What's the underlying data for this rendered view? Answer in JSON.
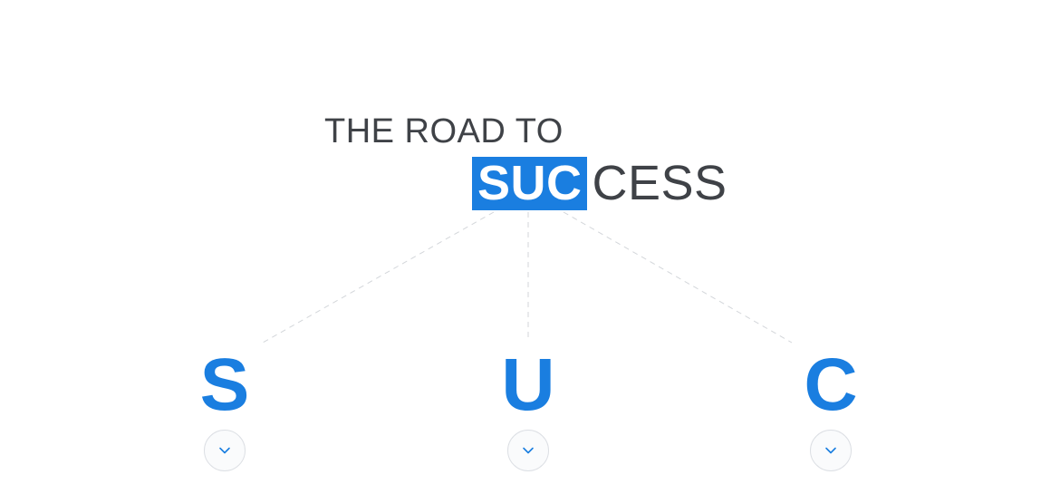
{
  "heading": {
    "line1": "THE ROAD TO",
    "highlight": "SUC",
    "rest": "CESS"
  },
  "letters": [
    {
      "char": "S",
      "icon": "chevron-down-icon"
    },
    {
      "char": "U",
      "icon": "chevron-down-icon"
    },
    {
      "char": "C",
      "icon": "chevron-down-icon"
    }
  ],
  "colors": {
    "accent": "#1a7ee0",
    "text": "#3f4247",
    "connector": "#d3d6da",
    "button_border": "#dcdfe4",
    "button_bg": "#fafbfc"
  }
}
